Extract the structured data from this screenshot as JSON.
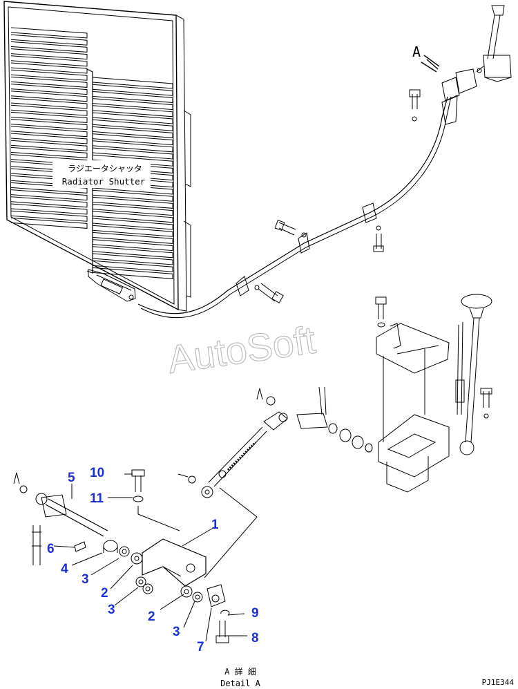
{
  "labels": {
    "shutter_jp": "ラジエータシャッタ",
    "shutter_en": "Radiator Shutter",
    "view_letter": "A",
    "view_mark_small": "A",
    "detail_jp": "A 詳 細",
    "detail_en": "Detail A",
    "part_code": "PJ1E344",
    "watermark": "AutoSoft"
  },
  "callouts": [
    "1",
    "2",
    "2",
    "3",
    "3",
    "3",
    "4",
    "5",
    "6",
    "7",
    "8",
    "9",
    "10",
    "11"
  ],
  "colors": {
    "line": "#000000",
    "callout": "#1a2fd6",
    "watermark": "#c8c8c8"
  }
}
